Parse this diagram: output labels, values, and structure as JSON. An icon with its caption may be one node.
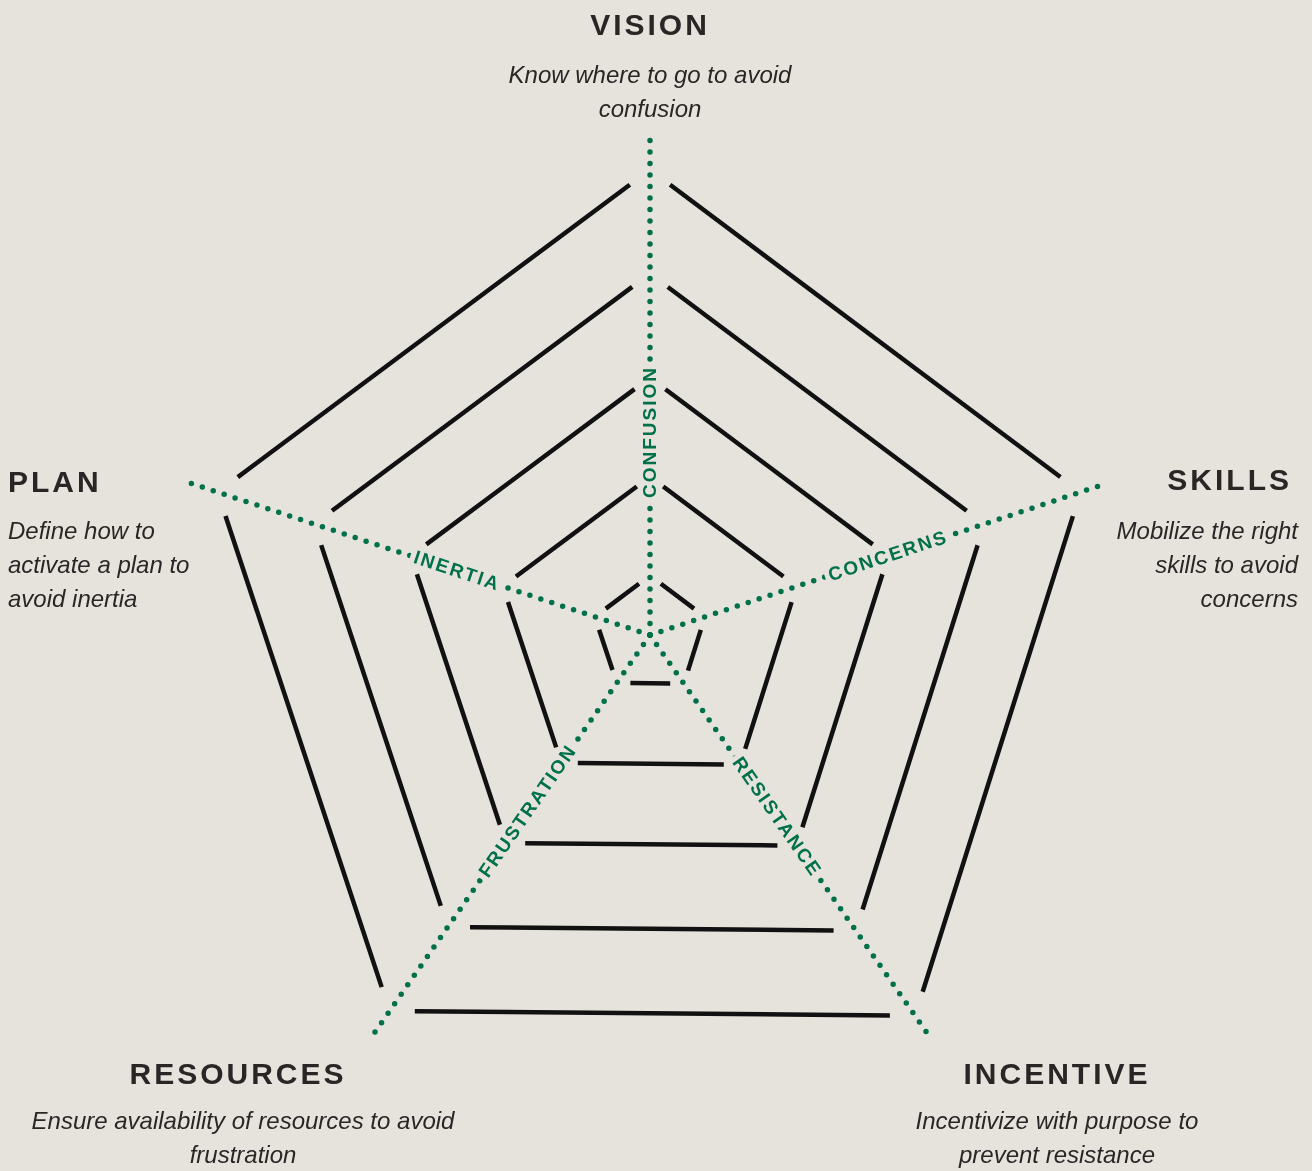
{
  "diagram": {
    "labels": [
      "VISION",
      "Know where to go to avoid confusion",
      "PLAN",
      "Define how to activate a plan to avoid inertia",
      "SKILLS",
      "Mobilize the right skills to avoid concerns",
      "INERTIA",
      "CONFUSION",
      "CONCERNS",
      "FRUSTRATION",
      "RESISTANCE",
      "RESOURCES",
      "Ensure availability of resources to avoid frustration",
      "INCENTIVE",
      "Incentivize with purpose to prevent resistance"
    ]
  }
}
